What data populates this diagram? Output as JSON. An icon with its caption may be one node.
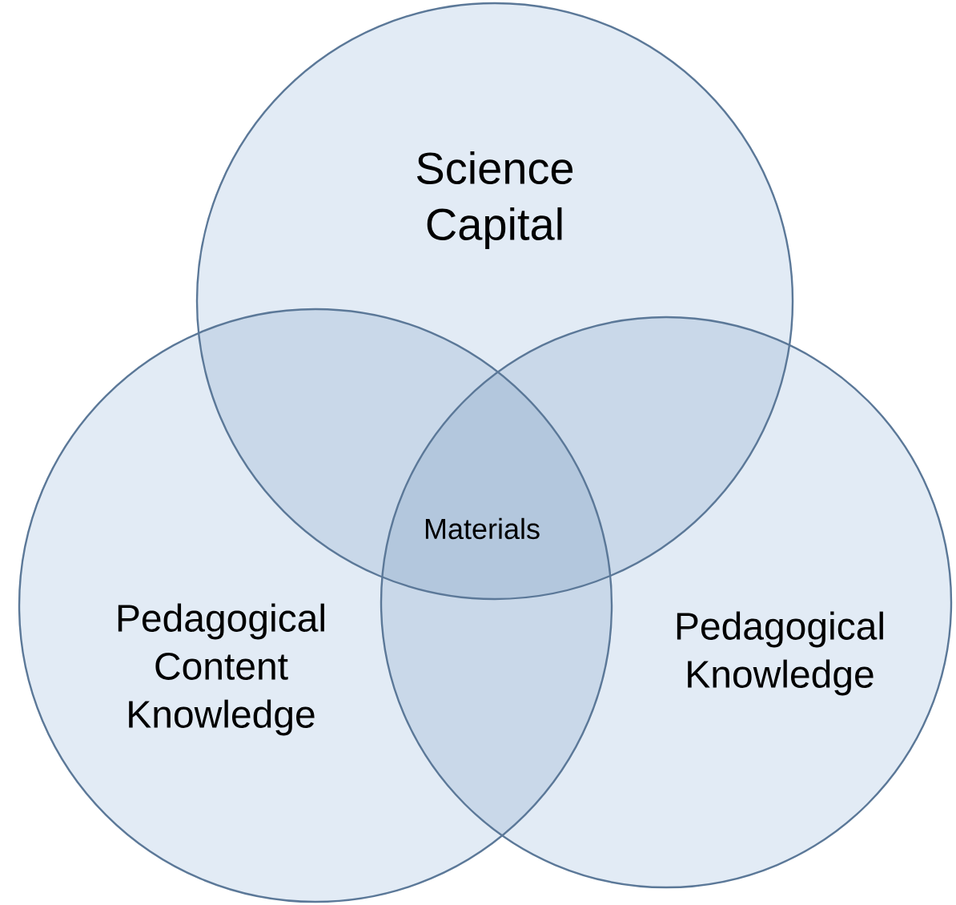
{
  "diagram": {
    "nodes": [
      {
        "text": [
          "Science Capital"
        ]
      },
      {
        "text": [
          "Pedagogical Content Knowledge"
        ]
      },
      {
        "text": [
          "Pedagogical Knowledge"
        ]
      }
    ],
    "labels": [
      "Materials"
    ]
  }
}
